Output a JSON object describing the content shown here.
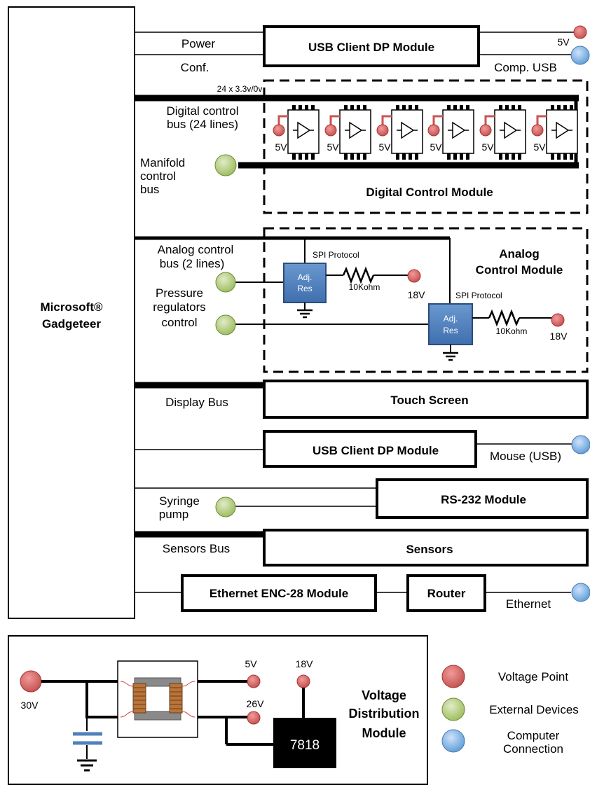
{
  "gadgeteer": {
    "line1": "Microsoft®",
    "line2": "Gadgeteer"
  },
  "usb_top": {
    "title": "USB Client DP Module",
    "left_top": "Power",
    "left_bottom": "Conf.",
    "right_top": "5V",
    "right_bottom": "Comp. USB"
  },
  "digital": {
    "volt_label": "24 x 3.3v/0v",
    "bus_line1": "Digital control",
    "bus_line2": "bus (24 lines)",
    "manifold_line1": "Manifold",
    "manifold_line2": "control",
    "manifold_line3": "bus",
    "chip_volt": "5V",
    "module": "Digital Control Module"
  },
  "analog": {
    "bus_line1": "Analog control",
    "bus_line2": "bus (2 lines)",
    "pressure_line1": "Pressure",
    "pressure_line2": "regulators",
    "pressure_line3": "control",
    "spi": "SPI Protocol",
    "adj_line1": "Adj.",
    "adj_line2": "Res",
    "resistor": "10Kohm",
    "volt": "18V",
    "module_line1": "Analog",
    "module_line2": "Control Module"
  },
  "touch": {
    "bus": "Display Bus",
    "title": "Touch Screen"
  },
  "usb_mouse": {
    "title": "USB Client DP Module",
    "label": "Mouse (USB)"
  },
  "rs232": {
    "title": "RS-232 Module",
    "syr_line1": "Syringe",
    "syr_line2": "pump"
  },
  "sensors": {
    "bus": "Sensors Bus",
    "title": "Sensors"
  },
  "ethernet": {
    "title": "Ethernet ENC-28 Module",
    "router": "Router",
    "label": "Ethernet"
  },
  "voltage": {
    "v30": "30V",
    "v5": "5V",
    "v18": "18V",
    "v26": "26V",
    "regulator": "7818",
    "module_line1": "Voltage",
    "module_line2": "Distribution",
    "module_line3": "Module"
  },
  "legend": {
    "voltage_point": "Voltage Point",
    "external_devices": "External Devices",
    "computer_line1": "Computer",
    "computer_line2": "Connection"
  },
  "colors": {
    "red": "#c95454",
    "green": "#9bbb59",
    "blue": "#69a5e0",
    "adj": "#4f81bd"
  }
}
